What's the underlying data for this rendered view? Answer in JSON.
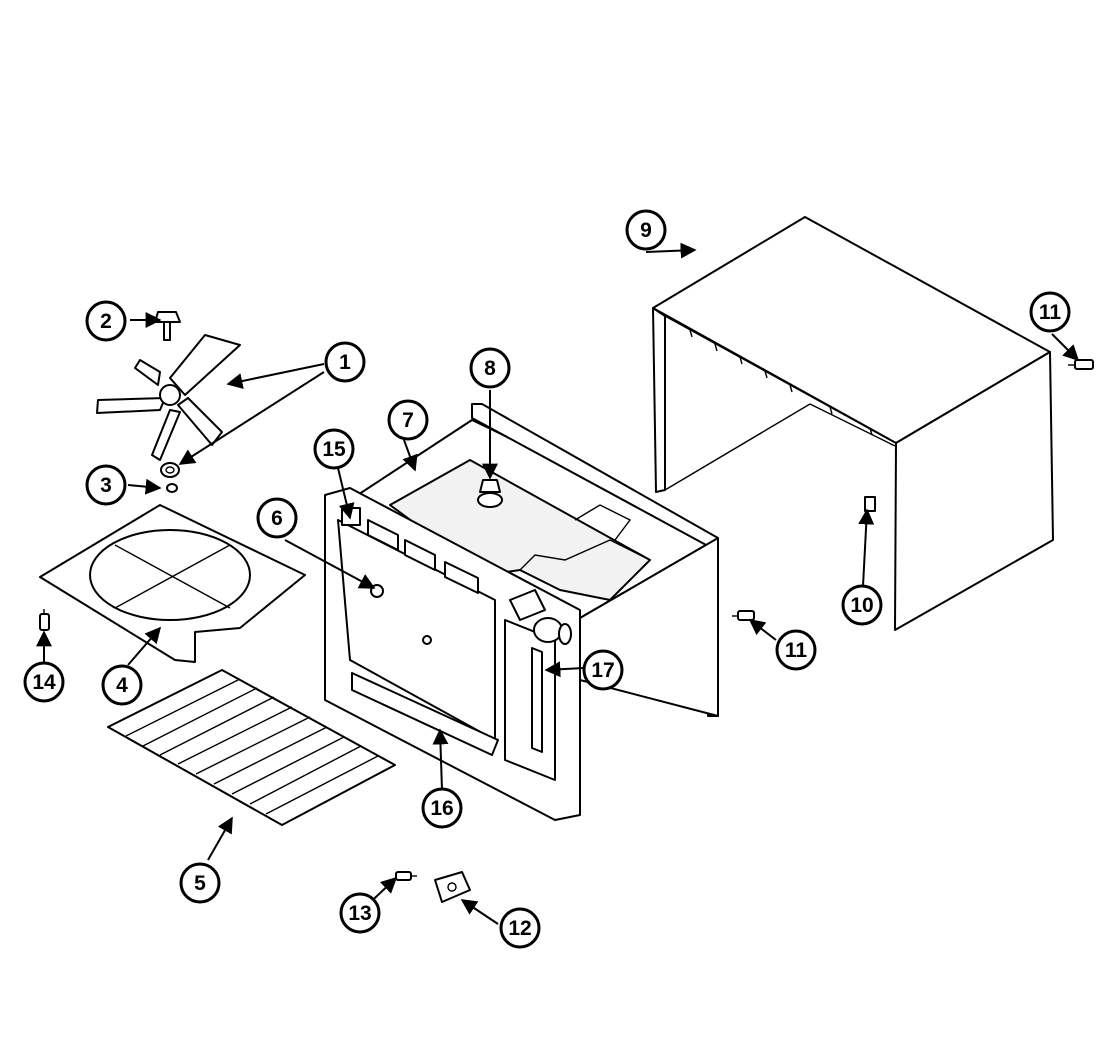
{
  "colors": {
    "line": "#000000",
    "background": "#ffffff"
  },
  "callouts": {
    "c1": "1",
    "c2": "2",
    "c3": "3",
    "c4": "4",
    "c5": "5",
    "c6": "6",
    "c7": "7",
    "c8": "8",
    "c9": "9",
    "c10": "10",
    "c11a": "11",
    "c11b": "11",
    "c12": "12",
    "c13": "13",
    "c14": "14",
    "c15": "15",
    "c16": "16",
    "c17": "17"
  }
}
